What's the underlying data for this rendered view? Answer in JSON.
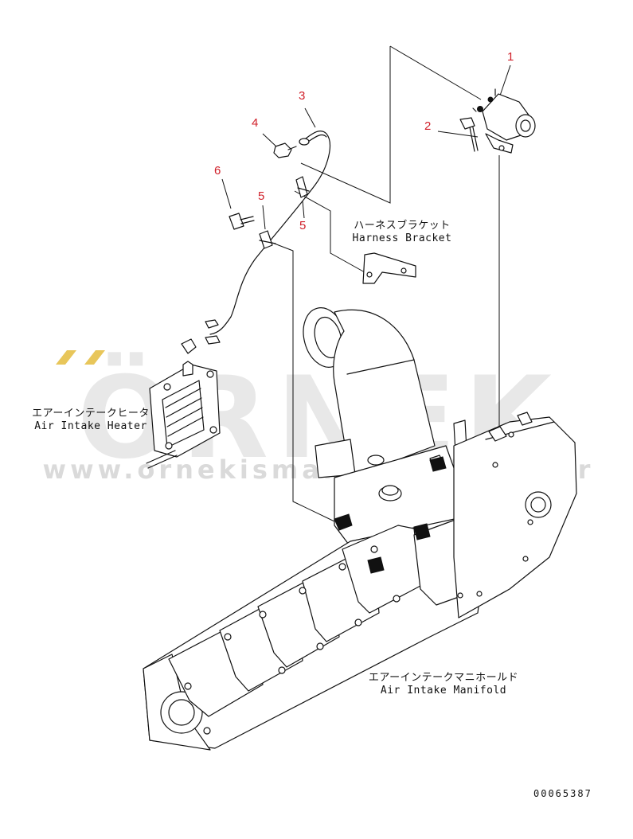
{
  "watermark": {
    "brand": "ÖRNEK",
    "url": "www.ornekismakinalari.com.tr",
    "accent_color": "#e8c65a"
  },
  "callouts": [
    "1",
    "2",
    "3",
    "4",
    "5",
    "5",
    "6"
  ],
  "labels": {
    "harness_bracket_jp": "ハーネスブラケット",
    "harness_bracket_en": "Harness Bracket",
    "air_intake_heater_jp": "エアーインテークヒータ",
    "air_intake_heater_en": "Air Intake Heater",
    "air_intake_manifold_jp": "エアーインテークマニホールド",
    "air_intake_manifold_en": "Air Intake Manifold"
  },
  "drawing_number": "00065387",
  "colors": {
    "callout": "#d0202a",
    "line": "#111111"
  }
}
